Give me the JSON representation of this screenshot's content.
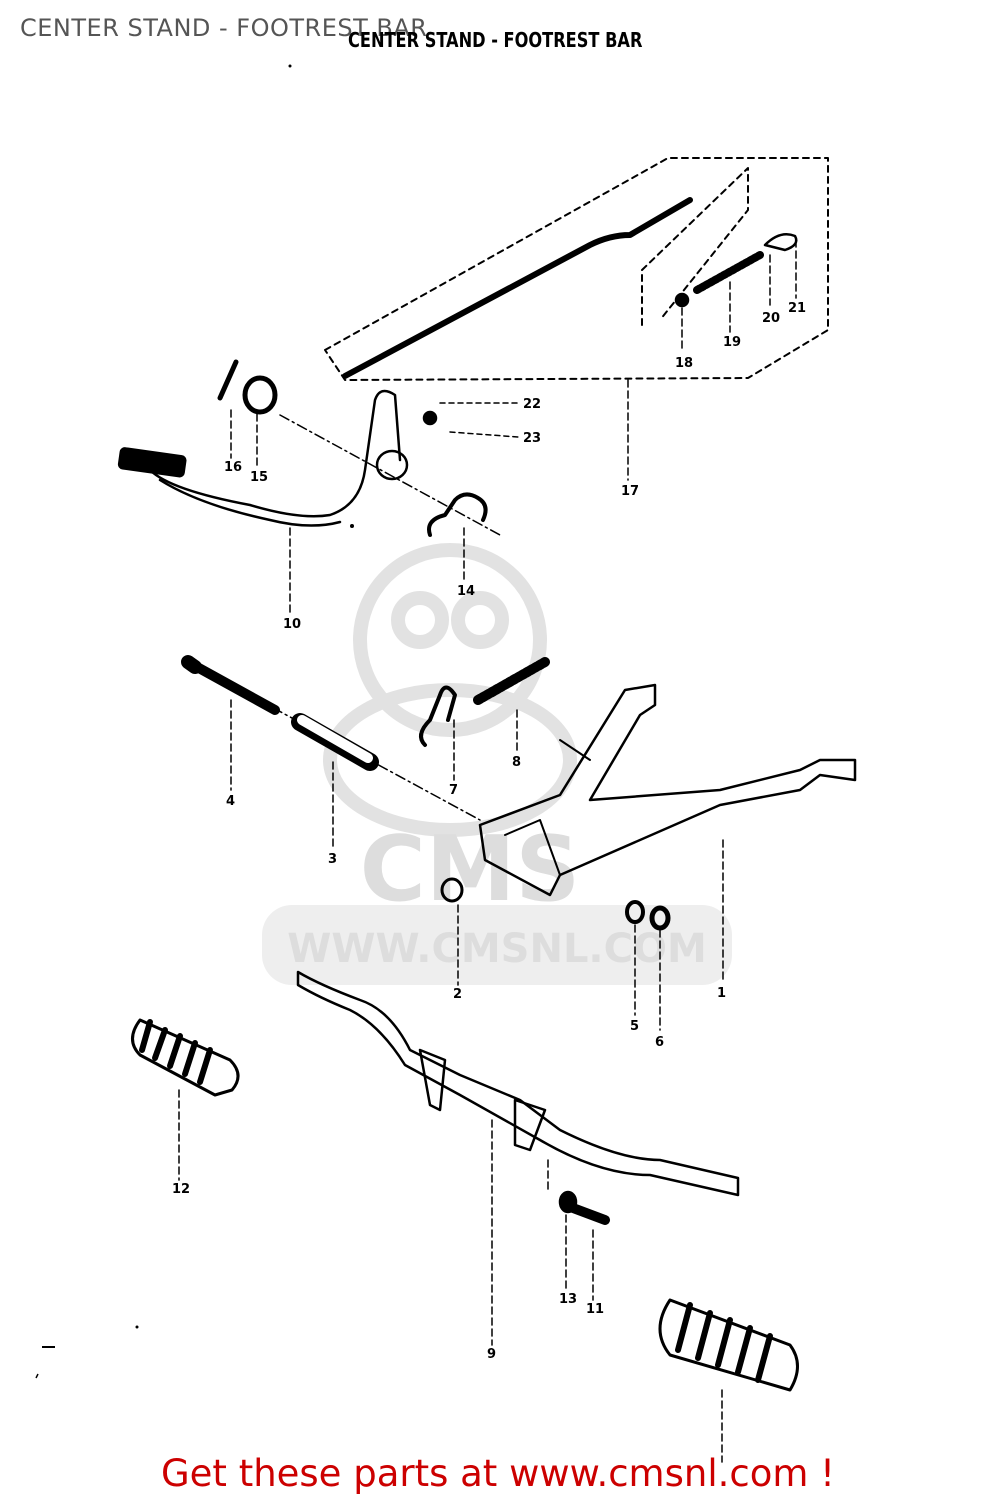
{
  "header": {
    "title": "CENTER STAND - FOOTREST BAR"
  },
  "drawing": {
    "title": "CENTER STAND - FOOTREST BAR"
  },
  "watermark": {
    "text": "WWW.CMSNL.COM",
    "logo_text": "CMS"
  },
  "footer": {
    "link_text": "Get these parts at www.cmsnl.com !"
  },
  "callouts": [
    "1",
    "2",
    "3",
    "4",
    "5",
    "6",
    "7",
    "8",
    "9",
    "10",
    "11",
    "12",
    "13",
    "14",
    "15",
    "16",
    "17",
    "18",
    "19",
    "20",
    "21",
    "22",
    "23"
  ],
  "colors": {
    "footer_link": "#cc0000",
    "header_text": "#555555",
    "watermark": "#dddddd"
  }
}
